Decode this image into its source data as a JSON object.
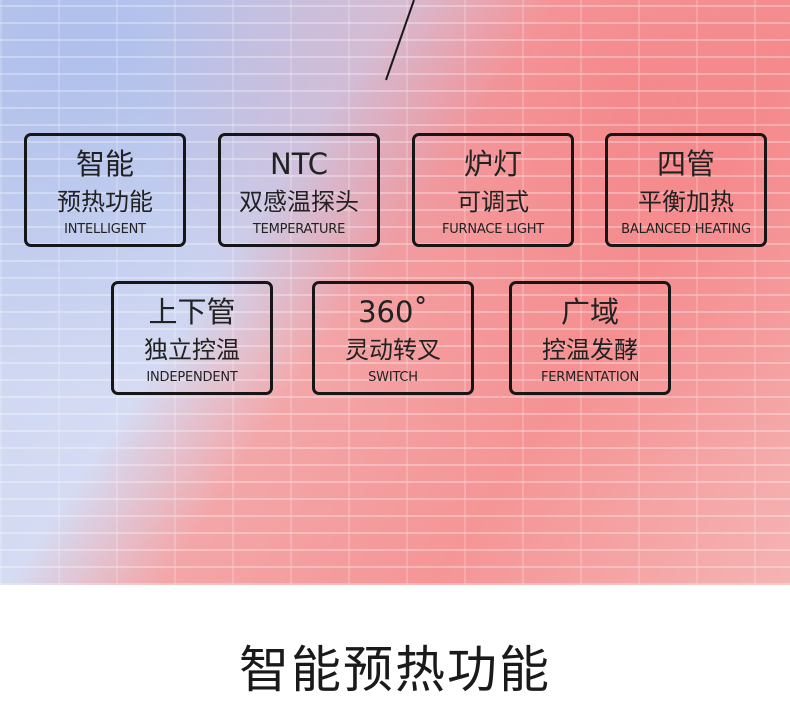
{
  "features": [
    {
      "title": "智能",
      "subtitle": "预热功能",
      "english": "INTELLIGENT"
    },
    {
      "title": "NTC",
      "subtitle": "双感温探头",
      "english": "TEMPERATURE"
    },
    {
      "title": "炉灯",
      "subtitle": "可调式",
      "english": "FURNACE LIGHT"
    },
    {
      "title": "四管",
      "subtitle": "平衡加热",
      "english": "BALANCED HEATING"
    },
    {
      "title": "上下管",
      "subtitle": "独立控温",
      "english": "INDEPENDENT"
    },
    {
      "title": "360˚",
      "subtitle": "灵动转叉",
      "english": "SWITCH"
    },
    {
      "title": "广域",
      "subtitle": "控温发酵",
      "english": "FERMENTATION"
    }
  ],
  "section_title": "智能预热功能",
  "colors": {
    "border": "#161616",
    "blue_tone": "#c7d1ee",
    "red_tone": "#f59596"
  }
}
